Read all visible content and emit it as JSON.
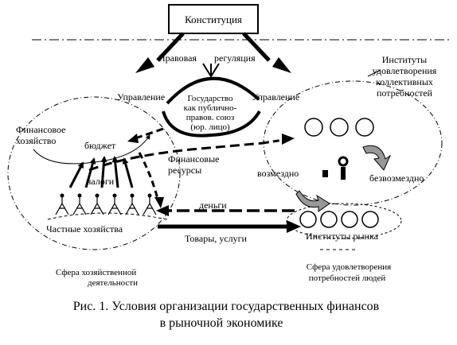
{
  "diagram": {
    "constitution": "Конституция",
    "legal_regulation": [
      "Правовая",
      "регуляция"
    ],
    "management_left": "Управление",
    "management_right": "Управление",
    "state_entity": [
      "Государство",
      "как публично-",
      "правов. союз",
      "(юр. лицо)"
    ],
    "institutes_collective": [
      "Институты",
      "удовлетворения",
      "коллективных",
      "потребностей"
    ],
    "financial_economy": [
      "Финансовое",
      "хозяйство"
    ],
    "budget": "бюджет",
    "financial_resources": [
      "Финансовые",
      "ресурсы"
    ],
    "compensated": "возмездно",
    "gratuitous": "безвозмездно",
    "taxes": "налоги",
    "money": "деньги",
    "private_economies": "Частные хозяйства",
    "goods_services": "Товары, услуги",
    "market_institutes": "Институты рынка",
    "sphere_economic": [
      "Сфера хозяйственной",
      "деятельности"
    ],
    "sphere_needs": [
      "Сфера удовлетворения",
      "потребностей людей"
    ]
  },
  "caption": {
    "line1": "Рис. 1. Условия организации государственных финансов",
    "line2": "в рыночной экономике"
  }
}
